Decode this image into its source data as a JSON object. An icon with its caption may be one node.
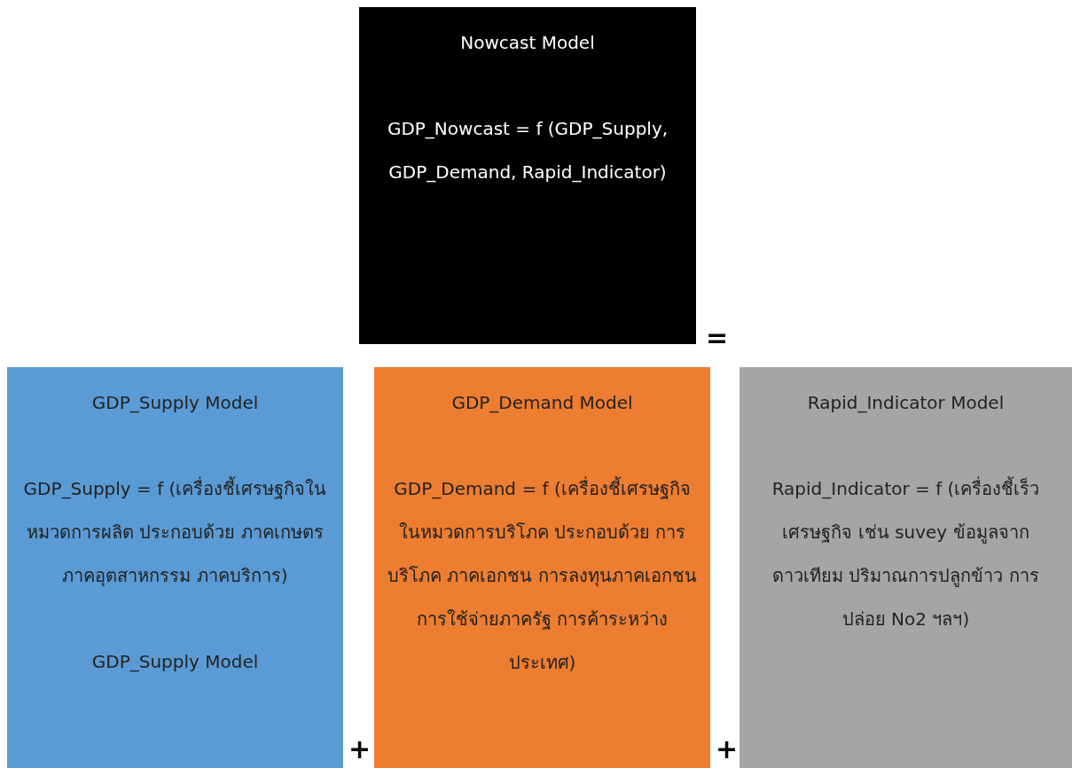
{
  "diagram": {
    "nodes": [
      {
        "text": [
          "Nowcast Model",
          "GDP_Nowcast = f (GDP_Supply, GDP_Demand, Rapid_Indicator)"
        ]
      },
      {
        "text": [
          "GDP_Supply Model",
          "GDP_Supply = f (เครื่องชี้เศรษฐกิจในหมวดการผลิต ประกอบด้วย ภาคเกษตร ภาคอุตสาหกรรม ภาคบริการ)",
          "GDP_Supply Model"
        ]
      },
      {
        "text": [
          "GDP_Demand Model",
          "GDP_Demand = f (เครื่องชี้เศรษฐกิจในหมวดการบริโภค ประกอบด้วย การบริโภค ภาคเอกชน การลงทุนภาคเอกชน การใช้จ่ายภาครัฐ การค้าระหว่างประเทศ)"
        ]
      },
      {
        "text": [
          "Rapid_Indicator Model",
          "Rapid_Indicator = f (เครื่องชี้เร็วเศรษฐกิจ เช่น suvey ข้อมูลจากดาวเทียม ปริมาณการปลูกข้าว การปล่อย No2 ฯลฯ)"
        ]
      }
    ],
    "labels": [
      "=",
      "+",
      "+"
    ]
  }
}
